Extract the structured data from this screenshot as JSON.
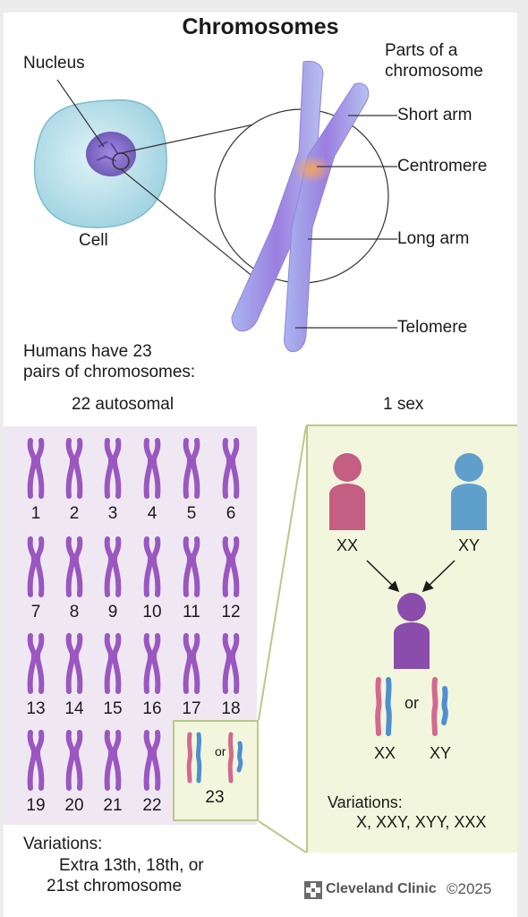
{
  "title": "Chromosomes",
  "cell_diagram": {
    "nucleus_label": "Nucleus",
    "cell_label": "Cell",
    "parts_heading_line1": "Parts of a",
    "parts_heading_line2": "chromosome",
    "parts": [
      "Short arm",
      "Centromere",
      "Long arm",
      "Telomere"
    ]
  },
  "humans": {
    "line1": "Humans have 23",
    "line2": "pairs of chromosomes:"
  },
  "autosomal": {
    "heading": "22 autosomal",
    "numbers": [
      "1",
      "2",
      "3",
      "4",
      "5",
      "6",
      "7",
      "8",
      "9",
      "10",
      "11",
      "12",
      "13",
      "14",
      "15",
      "16",
      "17",
      "18",
      "19",
      "20",
      "21",
      "22"
    ],
    "variations_heading": "Variations:",
    "variations_line1": "Extra 13th, 18th, or",
    "variations_line2": "21st chromosome"
  },
  "pair23": {
    "or_label": "or",
    "number": "23"
  },
  "sex": {
    "heading": "1 sex",
    "parent_female_label": "XX",
    "parent_male_label": "XY",
    "or_label": "or",
    "child_xx_label": "XX",
    "child_xy_label": "XY",
    "variations_heading": "Variations:",
    "variations_list": "X, XXY, XYY, XXX"
  },
  "footer": {
    "brand": "Cleveland Clinic",
    "copyright": "©2025"
  },
  "colors": {
    "chromosome_purple": "#9a57c0",
    "female_pink": "#c45e82",
    "male_blue": "#5f9fcb",
    "child_purple": "#8a4dab",
    "cell_fill": "#bfe6ef",
    "nucleus_fill": "#7d6cc4",
    "autosomal_panel": "#efe8f3",
    "sex_panel": "#f2f6dc"
  }
}
